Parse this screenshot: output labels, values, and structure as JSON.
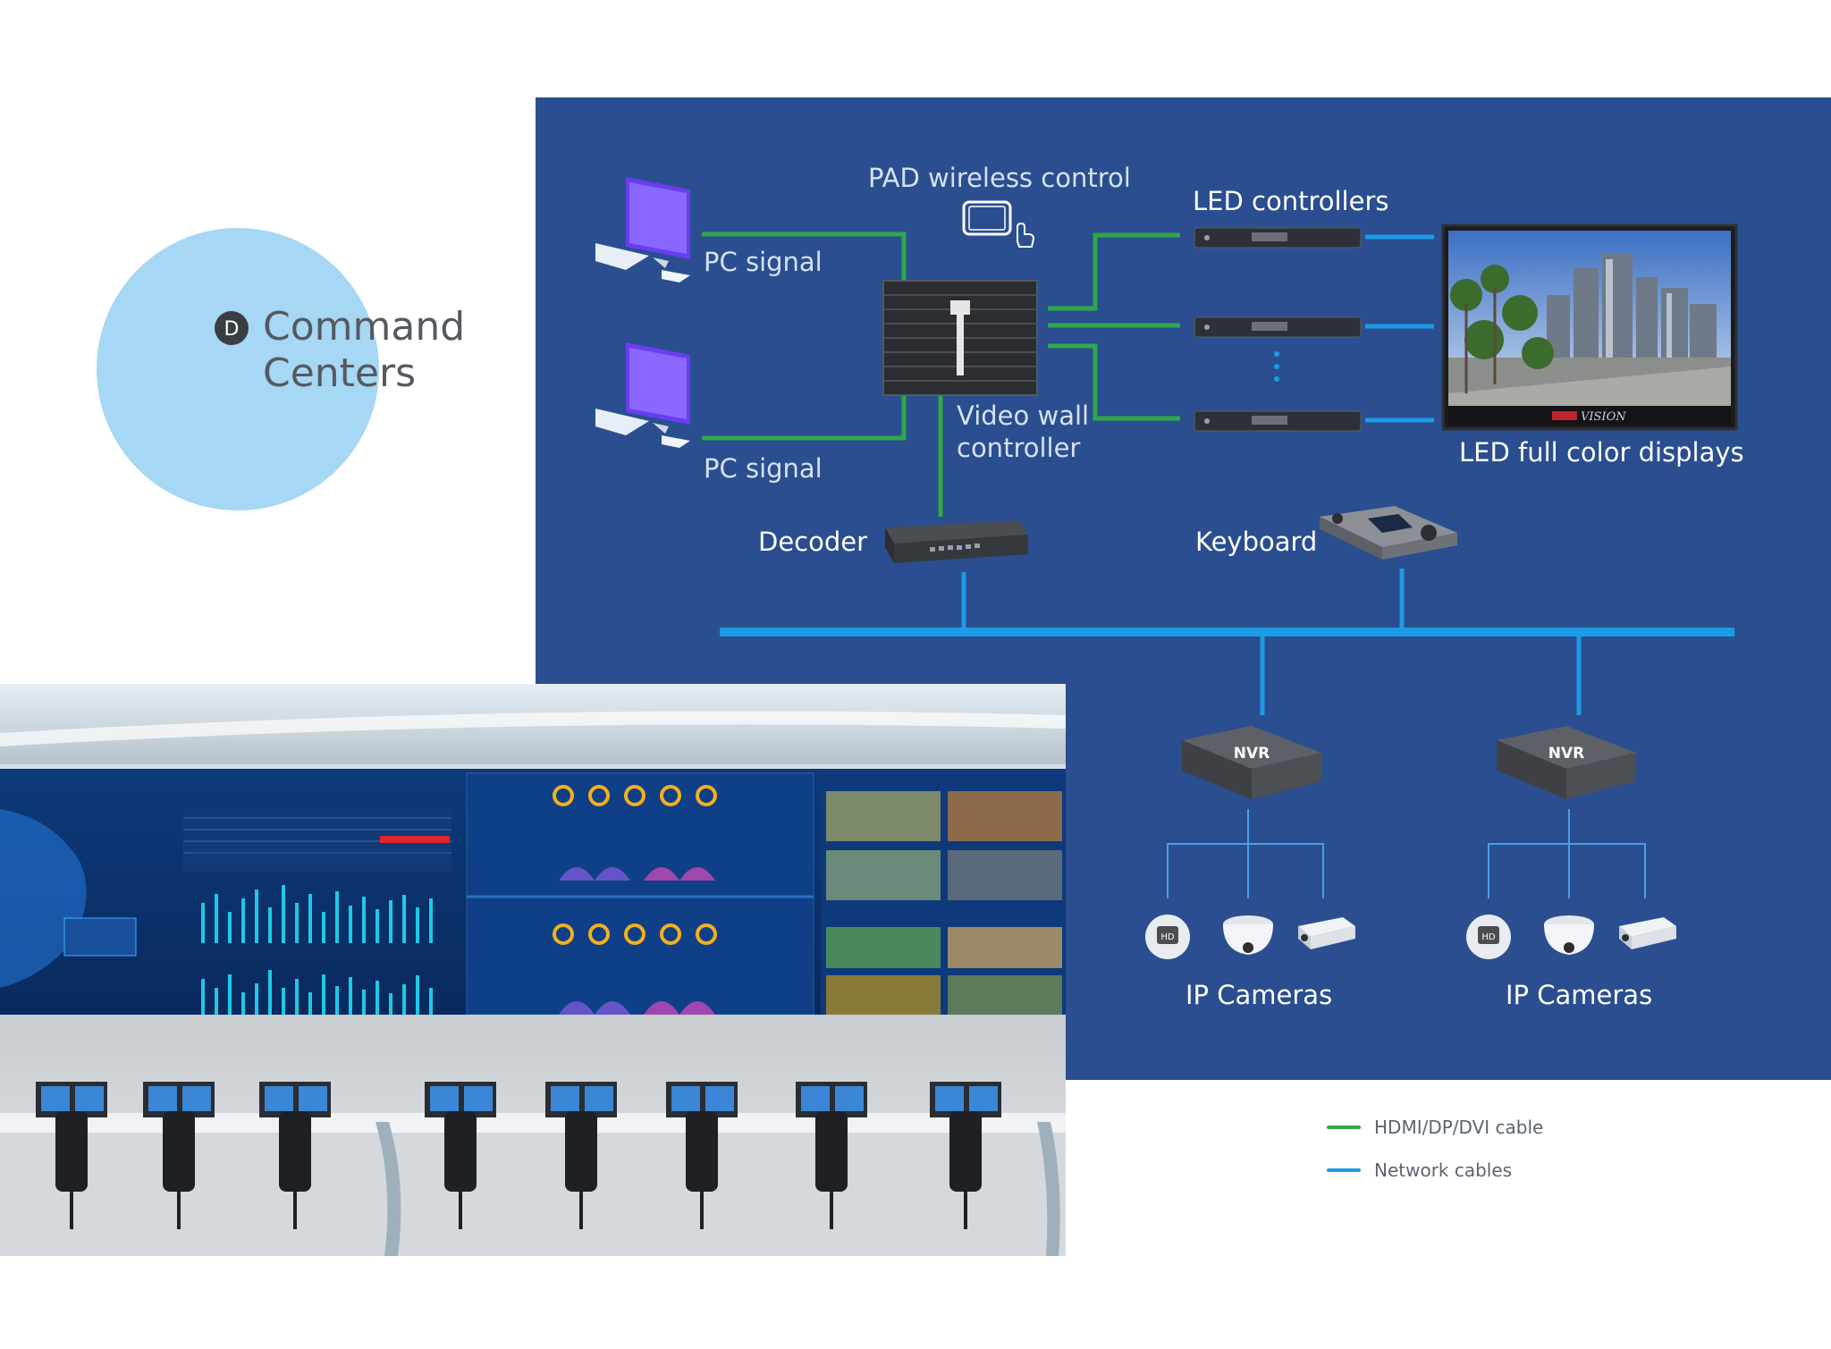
{
  "section": {
    "icon_letter": "D",
    "title_line1": "Command",
    "title_line2": "Centers"
  },
  "diagram": {
    "pad_label": "PAD wireless control",
    "pc_signal_top": "PC signal",
    "pc_signal_bottom": "PC signal",
    "video_wall_line1": "Video wall",
    "video_wall_line2": "controller",
    "led_controllers": "LED controllers",
    "led_displays": "LED full color displays",
    "decoder": "Decoder",
    "keyboard": "Keyboard",
    "nvr_left": "NVR",
    "nvr_right": "NVR",
    "ip_cameras_left": "IP Cameras",
    "ip_cameras_right": "IP Cameras",
    "display_brand": "VISION"
  },
  "legend": {
    "items": [
      {
        "label": "HDMI/DP/DVI cable",
        "color": "#2fa84a"
      },
      {
        "label": "Network cables",
        "color": "#1c9be6"
      }
    ]
  },
  "colors": {
    "panel": "#2a4e8f",
    "hdmi_cable": "#2fa84a",
    "network_cable": "#1c9be6",
    "circle": "#a6d7f4"
  }
}
